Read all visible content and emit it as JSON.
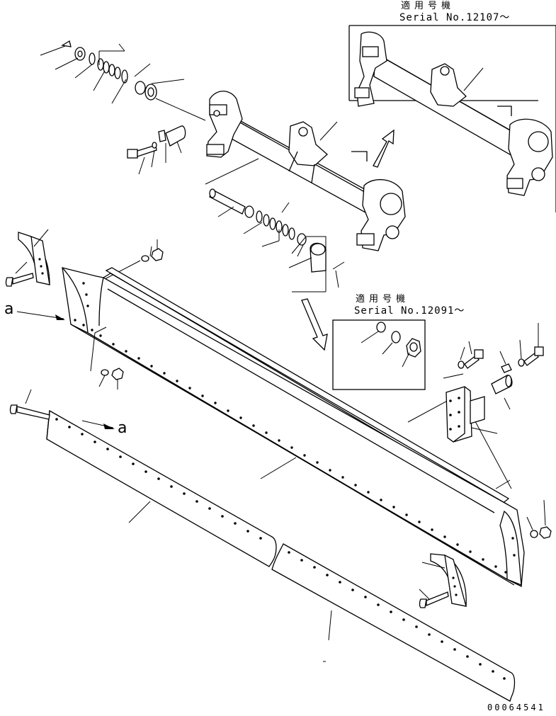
{
  "variant_top": {
    "applicable_models": "適用号機",
    "serial": "Serial No.12107～"
  },
  "variant_mid": {
    "applicable_models": "適用号機",
    "serial": "Serial No.12091～"
  },
  "reference_marks": {
    "left": "a",
    "bit": "a"
  },
  "drawing_code": "00064541"
}
